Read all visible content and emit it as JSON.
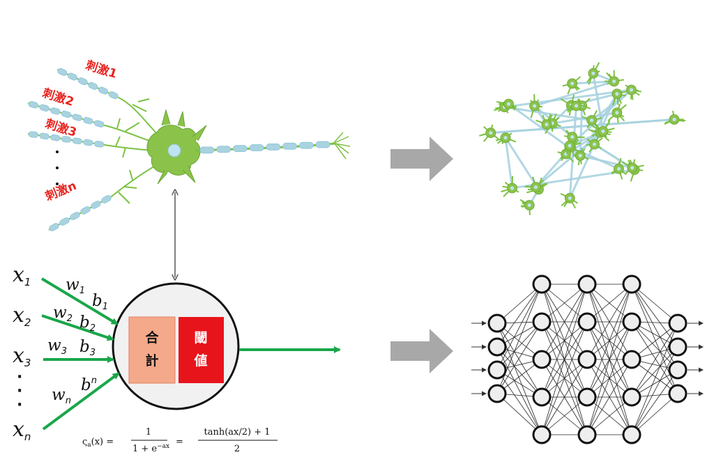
{
  "stimuli": [
    "刺激1",
    "刺激2",
    "刺激3",
    "刺激n"
  ],
  "inputs": [
    {
      "x": "x",
      "sub": "1",
      "w": "w",
      "wsub": "1",
      "b": "b",
      "bsub": "1"
    },
    {
      "x": "x",
      "sub": "2",
      "w": "w",
      "wsub": "2",
      "b": "b",
      "bsub": "2"
    },
    {
      "x": "x",
      "sub": "3",
      "w": "w",
      "wsub": "3",
      "b": "b",
      "bsub": "3"
    },
    {
      "x": "x",
      "sub": "n",
      "w": "w",
      "wsub": "n",
      "b": "b",
      "bsub": "n"
    }
  ],
  "neuron": {
    "sum_label": "合\n計",
    "threshold_label": "閾\n値"
  },
  "formula": {
    "lhs": "ς",
    "lhs_sub": "a",
    "lhs_arg": "(x) =",
    "frac1_num": "1",
    "frac1_den": "1 + e",
    "frac1_den_exp": "−ax",
    "eq": "=",
    "frac2_num": "tanh(ax/2) + 1",
    "frac2_den": "2"
  },
  "network": {
    "layers": [
      4,
      5,
      5,
      5,
      4
    ]
  },
  "colors": {
    "arrow_green": "#1aa64a",
    "sum_box": "#f4a98a",
    "threshold_box": "#e8141b",
    "neuron_green": "#7cc242",
    "axon_blue": "#a9d3e0",
    "gray_arrow": "#a8a8a8"
  }
}
